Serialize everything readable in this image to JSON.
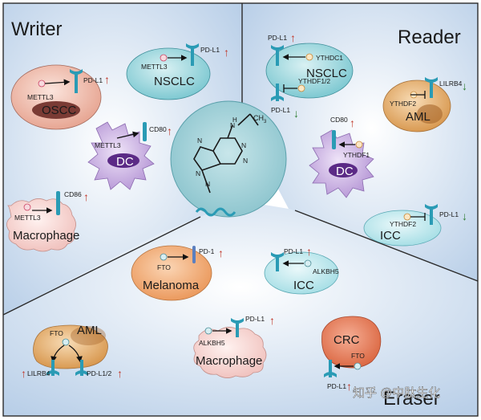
{
  "sections": {
    "writer": "Writer",
    "reader": "Reader",
    "eraser": "Eraser"
  },
  "center": {
    "methyl_label": "CH3",
    "methyl_sub": "3",
    "methyl_main": "CH"
  },
  "writer": {
    "oscc": {
      "enzyme": "METTL3",
      "target": "PD-L1",
      "target_dir": "up",
      "cell": "OSCC"
    },
    "nsclc": {
      "enzyme": "METTL3",
      "target": "PD-L1",
      "target_dir": "up",
      "cell": "NSCLC"
    },
    "dc": {
      "enzyme": "METTL3",
      "target": "CD80",
      "target_dir": "up",
      "cell": "DC"
    },
    "macrophage": {
      "enzyme": "METTL3",
      "target": "CD86",
      "target_dir": "up",
      "cell": "Macrophage"
    }
  },
  "reader": {
    "nsclc": {
      "target": "PD-L1",
      "target_dir": "up",
      "reader1": "YTHDC1",
      "reader2": "YTHDF1/2",
      "target2": "PD-L1",
      "target2_dir": "down",
      "cell": "NSCLC"
    },
    "aml": {
      "target": "LILRB4",
      "target_dir": "down",
      "reader": "YTHDF2",
      "cell": "AML"
    },
    "dc": {
      "target": "CD80",
      "target_dir": "up",
      "reader": "YTHDF1",
      "cell": "DC"
    },
    "icc": {
      "target": "PD-L1",
      "target_dir": "down",
      "reader": "YTHDF2",
      "cell": "ICC"
    }
  },
  "eraser": {
    "melanoma": {
      "enzyme": "FTO",
      "target": "PD-1",
      "target_dir": "up",
      "cell": "Melanoma"
    },
    "icc": {
      "enzyme": "ALKBH5",
      "target": "PD-L1",
      "target_dir": "up",
      "cell": "ICC"
    },
    "aml": {
      "enzyme": "FTO",
      "target1": "LILRB4",
      "target1_dir": "up",
      "target2": "PD-L1/2",
      "target2_dir": "up",
      "cell": "AML"
    },
    "macrophage": {
      "enzyme": "ALKBH5",
      "target": "PD-L1",
      "target_dir": "up",
      "cell": "Macrophage"
    },
    "crc": {
      "enzyme": "FTO",
      "target": "PD-L1",
      "target_dir": "up",
      "cell": "CRC"
    }
  },
  "watermark": "知乎 @中肽生化",
  "colors": {
    "up_arrow": "#c0392b",
    "down_arrow": "#2e7d32",
    "receptor": "#2a9bb5",
    "nsclc_cell": "#a8dde3",
    "oscc_cell": "#f2c7b8",
    "dc_cell": "#c9b3e0",
    "aml_cell": "#e6b27a",
    "melanoma_cell": "#f0b07c",
    "crc_cell": "#e8805e",
    "icc_cell": "#c6eef2"
  }
}
